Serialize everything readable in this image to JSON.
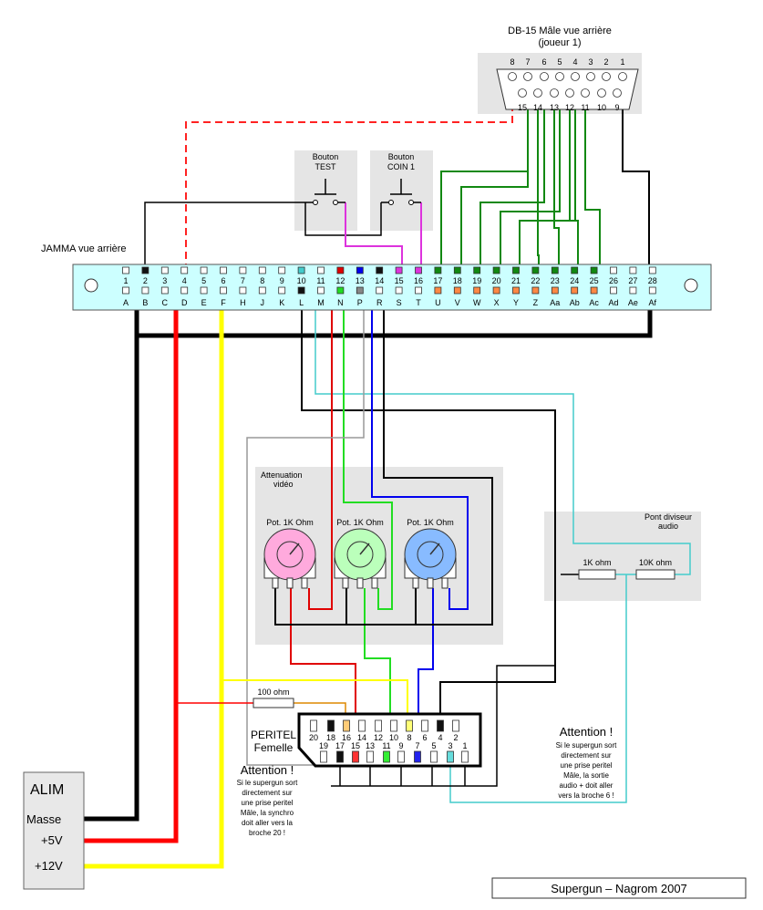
{
  "db15": {
    "title_line1": "DB-15 Mâle vue arrière",
    "title_line2": "(joueur 1)",
    "top_pins": [
      "8",
      "7",
      "6",
      "5",
      "4",
      "3",
      "2",
      "1"
    ],
    "bottom_pins": [
      "15",
      "14",
      "13",
      "12",
      "11",
      "10",
      "9"
    ]
  },
  "buttons": {
    "test_line1": "Bouton",
    "test_line2": "TEST",
    "coin_line1": "Bouton",
    "coin_line2": "COIN 1"
  },
  "jamma": {
    "title": "JAMMA vue arrière",
    "numbers": [
      "1",
      "2",
      "3",
      "4",
      "5",
      "6",
      "7",
      "8",
      "9",
      "10",
      "11",
      "12",
      "13",
      "14",
      "15",
      "16",
      "17",
      "18",
      "19",
      "20",
      "21",
      "22",
      "23",
      "24",
      "25",
      "26",
      "27",
      "28"
    ],
    "letters": [
      "A",
      "B",
      "C",
      "D",
      "E",
      "F",
      "H",
      "J",
      "K",
      "L",
      "M",
      "N",
      "P",
      "R",
      "S",
      "T",
      "U",
      "V",
      "W",
      "X",
      "Y",
      "Z",
      "Aa",
      "Ab",
      "Ac",
      "Ad",
      "Ae",
      "Af"
    ]
  },
  "attenuation": {
    "title_line1": "Attenuation",
    "title_line2": "vidéo",
    "pot_labels": [
      "Pot. 1K Ohm",
      "Pot. 1K Ohm",
      "Pot. 1K Ohm"
    ]
  },
  "divider": {
    "title_line1": "Pont diviseur",
    "title_line2": "audio",
    "r1": "1K ohm",
    "r2": "10K ohm"
  },
  "resistor_100": "100 ohm",
  "peritel": {
    "label_line1": "PERITEL",
    "label_line2": "Femelle",
    "top_pins": [
      "20",
      "18",
      "16",
      "14",
      "12",
      "10",
      "8",
      "6",
      "4",
      "2"
    ],
    "bottom_pins": [
      "19",
      "17",
      "15",
      "13",
      "11",
      "9",
      "7",
      "5",
      "3",
      "1"
    ]
  },
  "attention_left": {
    "title": "Attention !",
    "lines": [
      "Si le supergun sort",
      "directement sur",
      "une prise peritel",
      "Mâle, la synchro",
      "doit aller vers la",
      "broche 20 !"
    ]
  },
  "attention_right": {
    "title": "Attention !",
    "lines": [
      "Si le supergun sort",
      "directement sur",
      "une prise peritel",
      "Mâle, la sortie",
      "audio + doit aller",
      "vers la broche 6 !"
    ]
  },
  "alim": {
    "title": "ALIM",
    "masse": "Masse",
    "plus5": "+5V",
    "plus12": "+12V"
  },
  "footer": "Supergun – Nagrom 2007",
  "colors": {
    "ground": "#000000",
    "v5": "#ff0000",
    "v12": "#ffff00",
    "red_video": "#e00000",
    "green_video": "#22dd22",
    "blue_video": "#0000ee",
    "sync": "#999999",
    "audio": "#44cccc",
    "buttons": "#dd33dd",
    "controls": "#118811",
    "jamma_fill": "#ccffff",
    "panel": "#e5e5e5"
  }
}
